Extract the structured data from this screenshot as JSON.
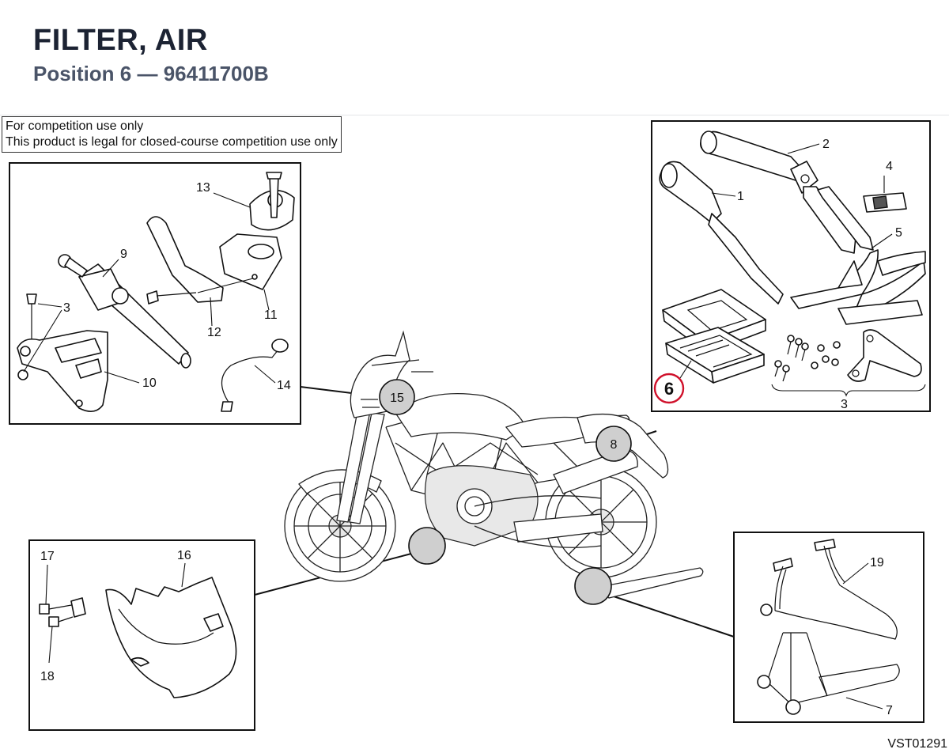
{
  "header": {
    "title": "FILTER, AIR",
    "position_label": "Position 6",
    "separator": " — ",
    "part_number": "96411700B"
  },
  "notice": {
    "line1": "For competition use only",
    "line2": "This product is legal for closed-course competition use only"
  },
  "reference_code": "VST01291",
  "highlight": {
    "label": "6",
    "color": "#d0112b"
  },
  "hotspots": {
    "h15": "15",
    "h8": "8",
    "h_fairing": "",
    "h_stand": ""
  },
  "callouts": {
    "steering": [
      "13",
      "9",
      "3",
      "12",
      "11",
      "10",
      "14"
    ],
    "exhaust": [
      "2",
      "1",
      "4",
      "5",
      "3"
    ],
    "bellypan": [
      "17",
      "16",
      "18"
    ],
    "stand": [
      "19",
      "7"
    ]
  }
}
